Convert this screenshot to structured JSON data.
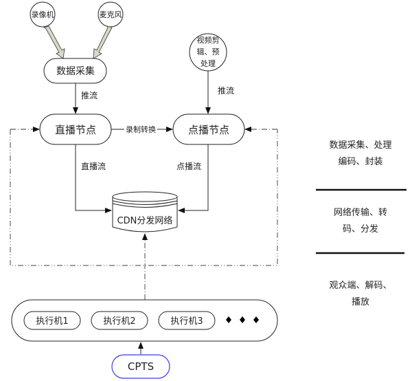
{
  "sources": {
    "camera": "录像机",
    "microphone": "麦克风",
    "video_edit": [
      "视频剪",
      "辑、预",
      "处理"
    ]
  },
  "nodes": {
    "data_collection": "数据采集",
    "live_node": "直播节点",
    "vod_node": "点播节点",
    "cdn": "CDN分发网络",
    "cpts": "CPTS"
  },
  "edges": {
    "push_stream_left": "推流",
    "push_stream_right": "推流",
    "record_convert": "录制转换",
    "live_stream": "直播流",
    "vod_stream": "点播流"
  },
  "executors": {
    "items": [
      "执行机1",
      "执行机2",
      "执行机3"
    ],
    "more_marker": "◆ ◆ ◆"
  },
  "legend": {
    "section1": [
      "数据采集、处理",
      "编码、封装"
    ],
    "section2": [
      "网络传输、转",
      "码、分发"
    ],
    "section3": [
      "观众端、解码、",
      "播放"
    ]
  },
  "colors": {
    "stroke": "#222222",
    "thick_arrow_fill": "#d9d9c9",
    "thick_arrow_stroke": "#555555",
    "dashed": "#666666",
    "cpts_border": "#3a3aee"
  }
}
